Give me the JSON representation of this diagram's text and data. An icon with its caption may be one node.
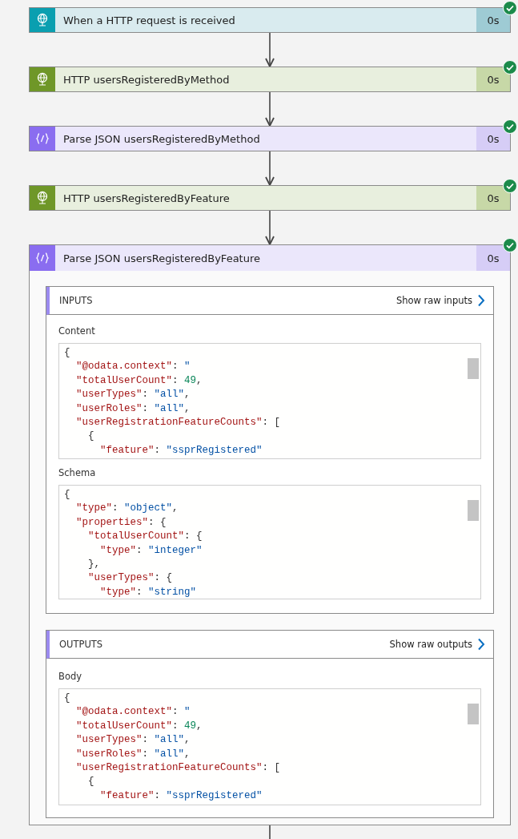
{
  "diagram": {
    "nodes": [
      {
        "text": [
          "When a HTTP request is received",
          "0s"
        ]
      },
      {
        "text": [
          "HTTP usersRegisteredByMethod",
          "0s"
        ]
      },
      {
        "text": [
          "Parse JSON usersRegisteredByMethod",
          "0s"
        ]
      },
      {
        "text": [
          "HTTP usersRegisteredByFeature",
          "0s"
        ]
      },
      {
        "text": [
          "Parse JSON usersRegisteredByFeature",
          "0s"
        ]
      },
      {
        "text": [
          "INPUTS",
          "Show raw inputs"
        ],
        "in": 4
      },
      {
        "text": [
          "Content",
          "{",
          "\"@odata.context\": \"",
          "\"totalUserCount\": 49,",
          "\"userTypes\": \"all\",",
          "\"userRoles\": \"all\",",
          "\"userRegistrationFeatureCounts\": [",
          "{",
          "\"feature\": \"ssprRegistered\""
        ],
        "in": 5
      },
      {
        "text": [
          "Schema",
          "{",
          "\"type\": \"object\",",
          "\"properties\": {",
          "\"totalUserCount\": {",
          "\"type\": \"integer\"",
          "},",
          "\"userTypes\": {",
          "\"type\": \"string\""
        ],
        "in": 5
      },
      {
        "text": [
          "OUTPUTS",
          "Show raw outputs"
        ],
        "in": 4
      },
      {
        "text": [
          "Body",
          "{",
          "\"@odata.context\": \"",
          "\"totalUserCount\": 49,",
          "\"userTypes\": \"all\",",
          "\"userRoles\": \"all\",",
          "\"userRegistrationFeatureCounts\": [",
          "{",
          "\"feature\": \"ssprRegistered\""
        ],
        "in": 8
      }
    ],
    "edges": [
      {
        "from": 0,
        "to": 1,
        "arrow": "to"
      },
      {
        "from": 1,
        "to": 2,
        "arrow": "to"
      },
      {
        "from": 2,
        "to": 3,
        "arrow": "to"
      },
      {
        "from": 3,
        "to": 4,
        "arrow": "to"
      },
      {
        "from": 4,
        "to": null,
        "arrow": "none"
      }
    ]
  }
}
